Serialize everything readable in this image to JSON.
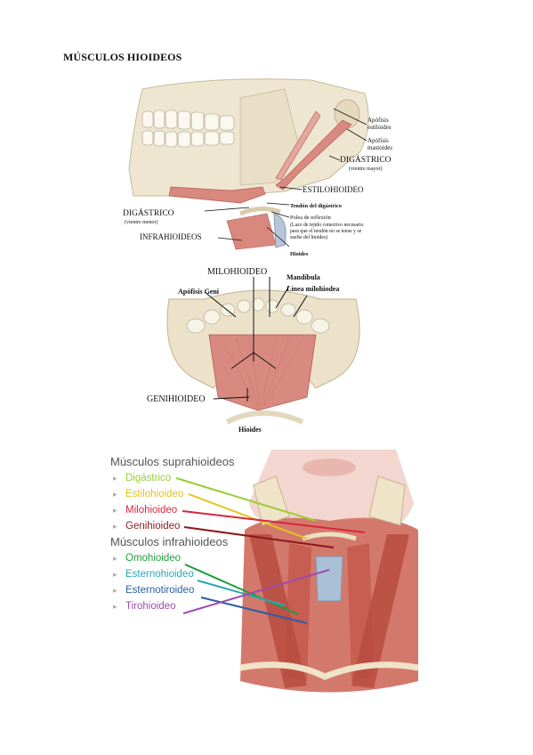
{
  "page": {
    "title": "MÚSCULOS HIOIDEOS"
  },
  "figure1": {
    "labels": {
      "apofisis_estiloides": [
        "Apófisis",
        "estiloides"
      ],
      "apofisis_mastoides": [
        "Apófisis",
        "mastoides"
      ],
      "digastrico_mayor": "DIGÁSTRICO",
      "digastrico_mayor_sub": "(vientre mayor)",
      "estilohioideo": "ESTILOHIOIDEO",
      "tendon": "Tendón del digástrico",
      "polea": "Polea de reflexión",
      "lazo": [
        "(Lazo de tejido conectivo necesario",
        "para que el tendón no se tense y se",
        "suelte del hioides)"
      ],
      "digastrico_menor": "DIGÁSTRICO",
      "digastrico_menor_sub": "(vientre menor)",
      "infrahioideos": "INFRAHIOIDEOS",
      "hioides": "Hioides"
    }
  },
  "figure2": {
    "labels": {
      "milohioideo": "MILOHIOIDEO",
      "mandibula": "Mandíbula",
      "linea_milohiodea": "Línea milohiodea",
      "apofisis_geni": "Apófisis Geni",
      "genihioideo": "GENIHIOIDEO",
      "hioides": "Hioides"
    }
  },
  "figure3": {
    "suprahioideos_title": "Músculos suprahioideos",
    "suprahioideos": [
      {
        "name": "Digástrico",
        "color": "#9acd32"
      },
      {
        "name": "Estilohioideo",
        "color": "#e8c21c"
      },
      {
        "name": "Milohioideo",
        "color": "#d7263d"
      },
      {
        "name": "Genihioideo",
        "color": "#8b1a1a"
      }
    ],
    "infrahioideos_title": "Músculos infrahioideos",
    "infrahioideos": [
      {
        "name": "Omohioideo",
        "color": "#1e9e3a"
      },
      {
        "name": "Esternohioideo",
        "color": "#2aa7b8"
      },
      {
        "name": "Esternotiroideo",
        "color": "#2a5fa8"
      },
      {
        "name": "Tirohioideo",
        "color": "#a04ab0"
      }
    ]
  }
}
